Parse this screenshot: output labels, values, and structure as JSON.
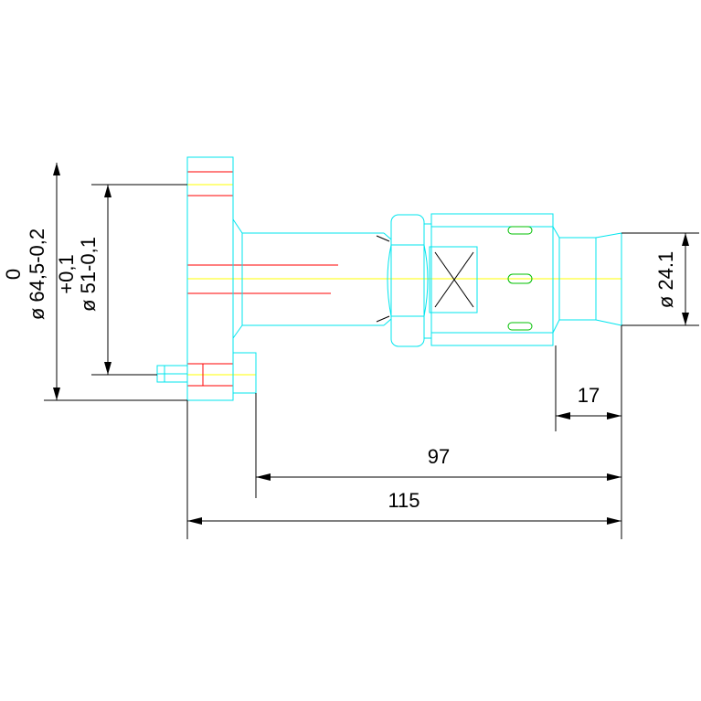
{
  "dimensions": {
    "dia_outer_line1": "0",
    "dia_outer_line2": "ø 64,5-0,2",
    "dia_inner_line1": "+0,1",
    "dia_inner_line2": "ø 51-0,1",
    "dia_tip": "ø 24.1",
    "len_total": "115",
    "len_body": "97",
    "len_tip": "17"
  },
  "colors": {
    "outline": "#00e5ee",
    "centerline": "#ffff00",
    "hidden": "#ff0000",
    "dimension": "#000000",
    "accent_green": "#00c000"
  }
}
